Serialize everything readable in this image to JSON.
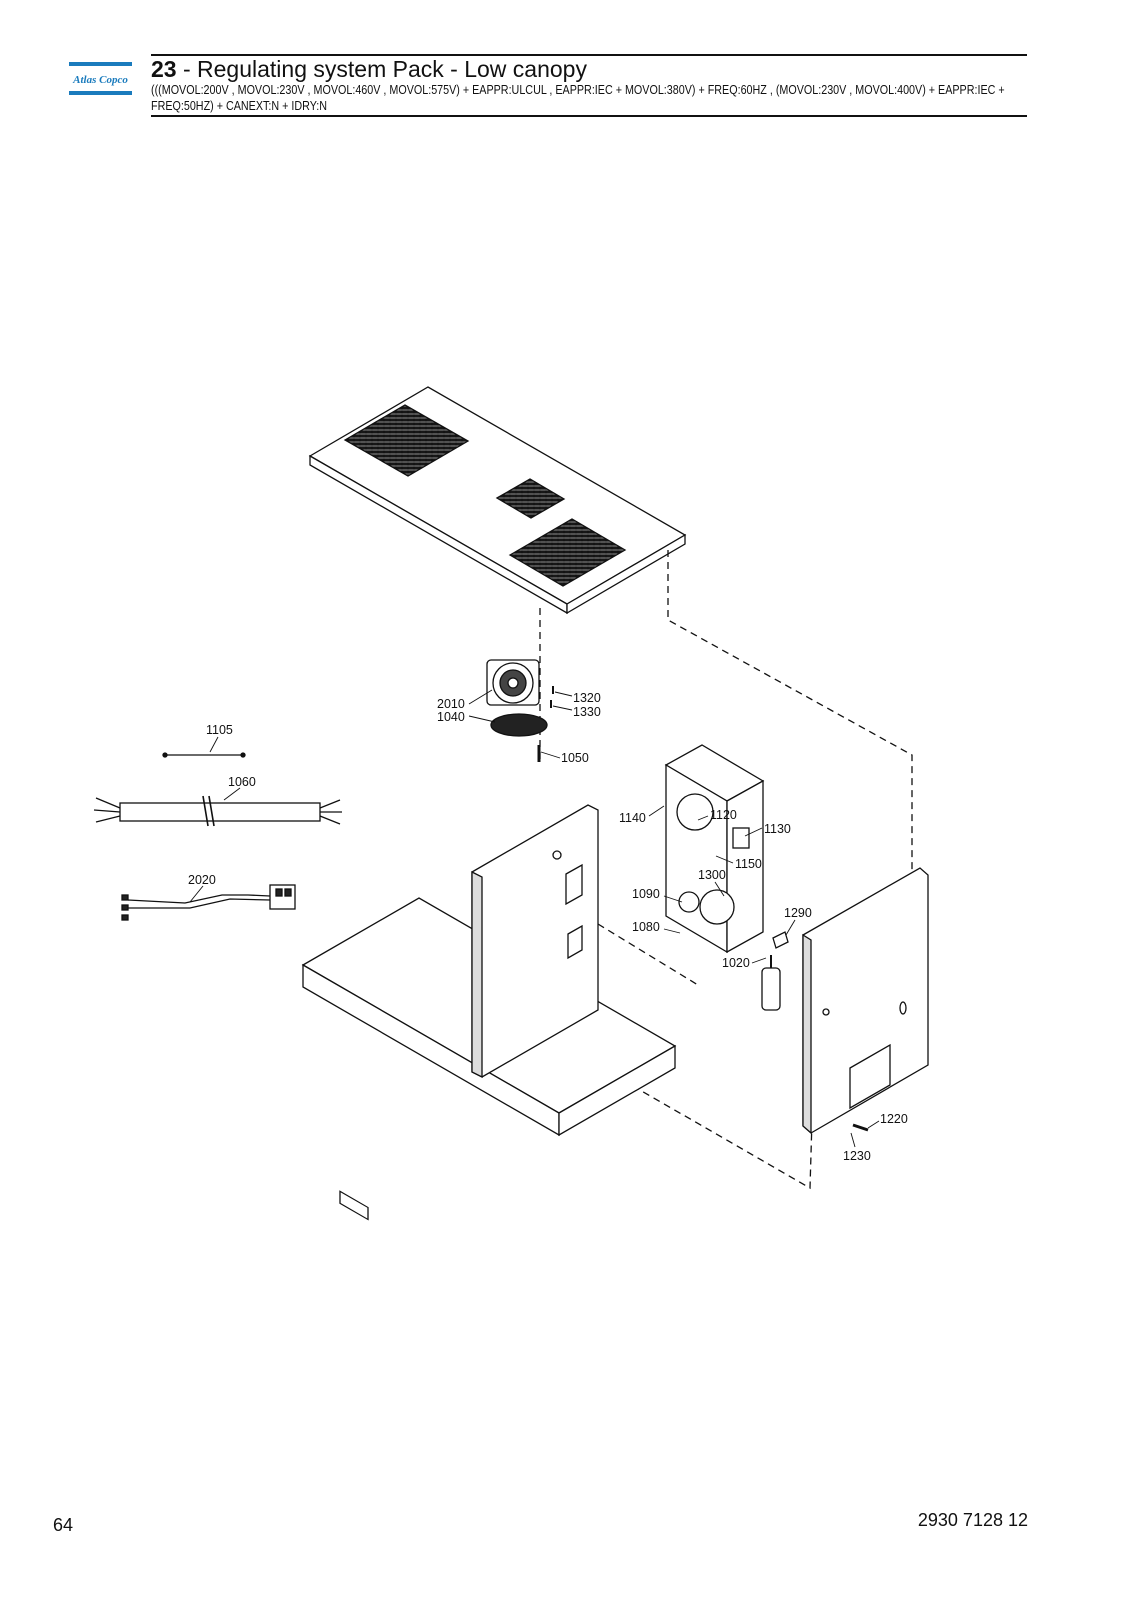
{
  "header": {
    "brand": "Atlas Copco",
    "section_number": "23",
    "title": " - Regulating system Pack - Low canopy",
    "subtitle": "(((MOVOL:200V , MOVOL:230V , MOVOL:460V , MOVOL:575V) + EAPPR:ULCUL , EAPPR:IEC + MOVOL:380V) + FREQ:60HZ , (MOVOL:230V , MOVOL:400V) + EAPPR:IEC + FREQ:50HZ) + CANEXT:N + IDRY:N"
  },
  "diagram": {
    "callouts": [
      {
        "id": "c2010",
        "label": "2010"
      },
      {
        "id": "c1040",
        "label": "1040"
      },
      {
        "id": "c1320",
        "label": "1320"
      },
      {
        "id": "c1330",
        "label": "1330"
      },
      {
        "id": "c1050",
        "label": "1050"
      },
      {
        "id": "c1105",
        "label": "1105"
      },
      {
        "id": "c1060",
        "label": "1060"
      },
      {
        "id": "c2020",
        "label": "2020"
      },
      {
        "id": "c1140",
        "label": "1140"
      },
      {
        "id": "c1120",
        "label": "1120"
      },
      {
        "id": "c1130",
        "label": "1130"
      },
      {
        "id": "c1150",
        "label": "1150"
      },
      {
        "id": "c1300",
        "label": "1300"
      },
      {
        "id": "c1090",
        "label": "1090"
      },
      {
        "id": "c1290",
        "label": "1290"
      },
      {
        "id": "c1080",
        "label": "1080"
      },
      {
        "id": "c1020",
        "label": "1020"
      },
      {
        "id": "c1220",
        "label": "1220"
      },
      {
        "id": "c1230",
        "label": "1230"
      }
    ]
  },
  "footer": {
    "page_number": "64",
    "document_number": "2930 7128 12"
  }
}
